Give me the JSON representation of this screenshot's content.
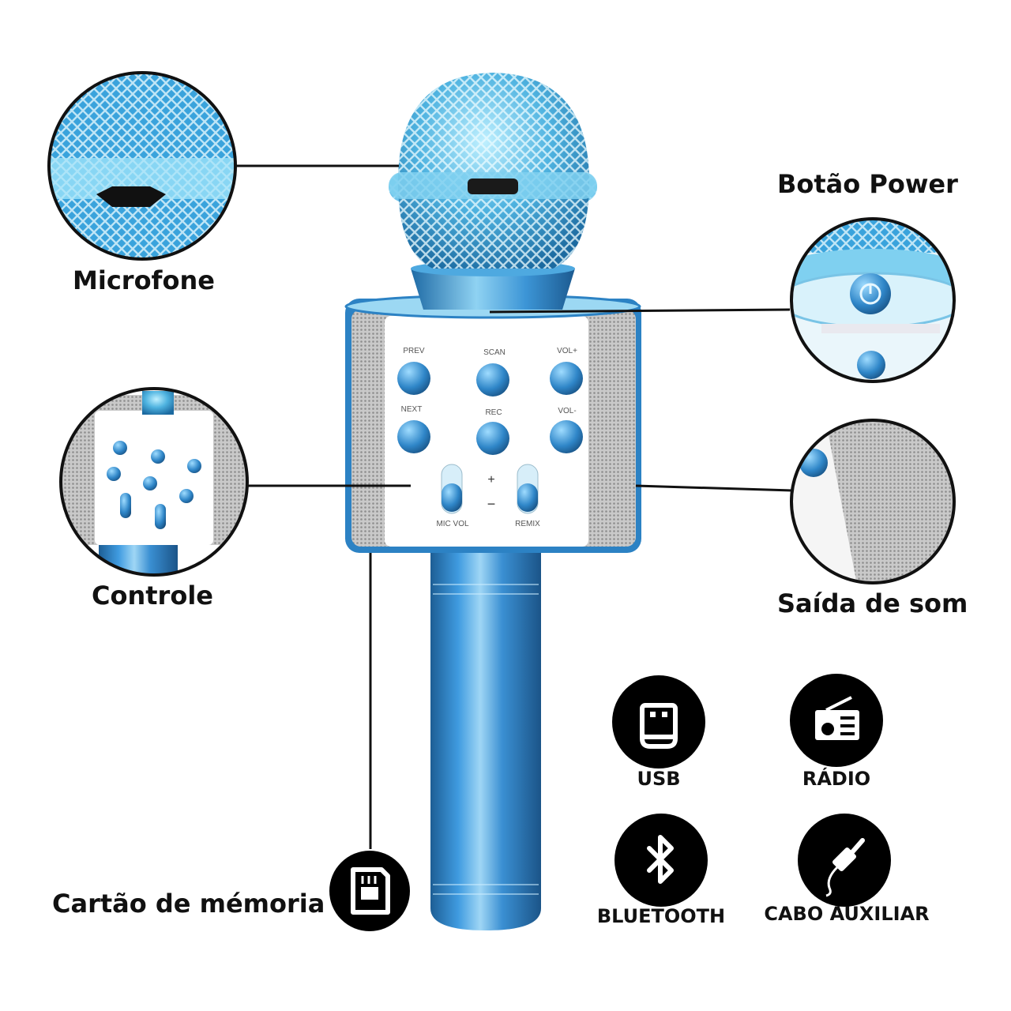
{
  "callouts": {
    "microfone": "Microfone",
    "botao_power": "Botão Power",
    "controle": "Controle",
    "saida_de_som": "Saída de som",
    "cartao_memoria": "Cartão de mémoria"
  },
  "controls": {
    "prev": "PREV",
    "scan": "SCAN",
    "vol_plus": "VOL+",
    "next": "NEXT",
    "rec": "REC",
    "vol_minus": "VOL-",
    "mic_vol": "MIC VOL",
    "remix": "REMIX",
    "plus": "+",
    "minus": "−"
  },
  "features": {
    "usb": "USB",
    "radio": "RÁDIO",
    "bluetooth": "BLUETOOTH",
    "cabo_auxiliar": "CABO AUXILIAR"
  },
  "icons": {
    "usb": "usb-icon",
    "radio": "radio-icon",
    "bluetooth": "bluetooth-icon",
    "aux": "aux-cable-icon",
    "sd": "sd-card-icon"
  },
  "colors": {
    "mic_blue": "#2f8fd0",
    "mic_light": "#7fd0f0",
    "panel": "#ffffff",
    "grille": "#bfbfbf",
    "black": "#000000"
  }
}
